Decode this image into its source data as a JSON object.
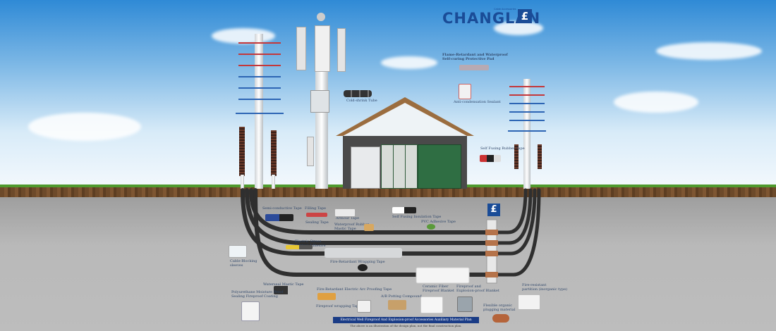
{
  "brand": {
    "name": "CHANGLAN",
    "sub": "Cable Accessories",
    "logo_glyph": "£"
  },
  "labels": {
    "cold_shrink": "Cold-shrink Tube",
    "flame_pad": "Flame-Retardant and Waterproof\nSelf-curing Protective Pad",
    "anti_cond": "Anti-condensation Sealant",
    "self_fusing": "Self Fusing Rubber Tape",
    "semi_cond": "Semi-conductive Tape",
    "filling": "Filling Tape",
    "sealing": "Sealing Tape",
    "armour": "Armour Tape",
    "waterproof_mastic": "Waterproof Rubber\nMastic Tape",
    "self_fusing_insul": "Self Fusing Insulation Tape",
    "pvc": "PVC Adhesive Tape",
    "electric_stress": "Electric Stress\nControl Adhesive",
    "cable_blocking": "Cable-Blocking\nsleeves",
    "fire_wrap": "Fire-Retardant Wrapping Tape",
    "waterseal_mastic": "Waterseal Mastic Tape",
    "fire_electric": "Fire-Retardant Electric Arc Proofing Tape",
    "fireproof_wrap": "Fireproof wrapping Tape",
    "pu_coating": "Polyurethane Moisture Proof\nSealing Fireproof Coating",
    "ab_potting": "A/B Potting Compound",
    "ceramic": "Ceramic Fiber\nFireproof Blanket",
    "explosion": "Fireproof and\nExplosion-proof Blanket",
    "partition": "Fire-resistant\npartition (inorganic type)",
    "plugging": "Flexible organic\nplugging material"
  },
  "footer": {
    "plate": "Electrical Well Fireproof And Explosion-proof Accessories Auxiliary Material Plan",
    "note": "The above is an illustration of the design plan, not the final construction plan."
  }
}
